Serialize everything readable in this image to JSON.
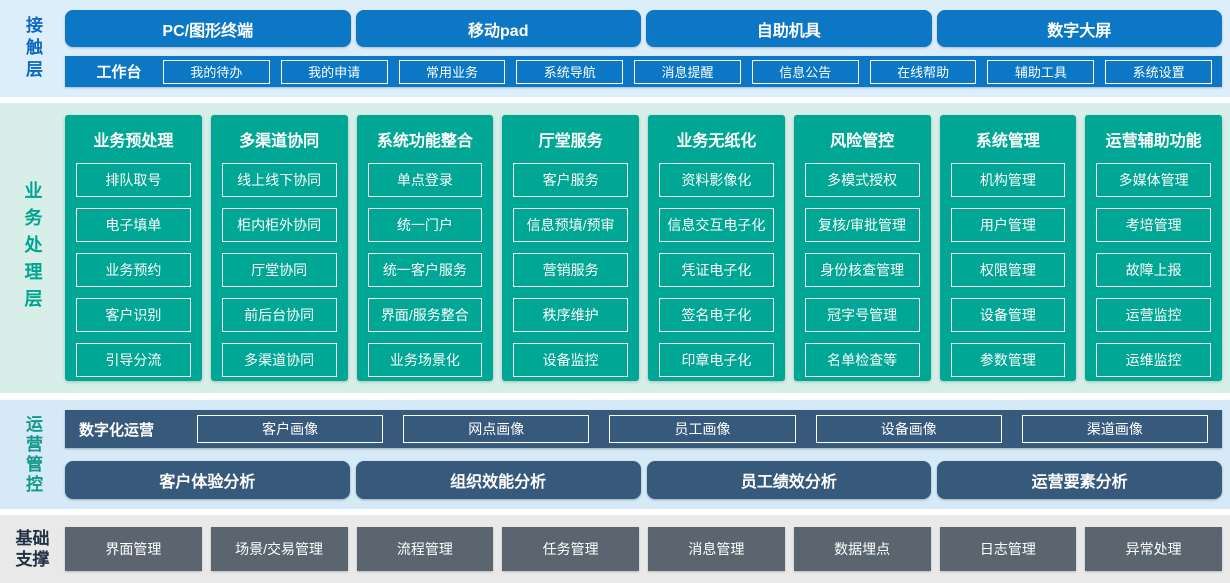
{
  "layers": {
    "contact": {
      "label": "接触层",
      "channels": [
        "PC/图形终端",
        "移动pad",
        "自助机具",
        "数字大屏"
      ],
      "workbench": {
        "label": "工作台",
        "items": [
          "我的待办",
          "我的申请",
          "常用业务",
          "系统导航",
          "消息提醒",
          "信息公告",
          "在线帮助",
          "辅助工具",
          "系统设置"
        ]
      }
    },
    "business": {
      "label": "业务处理层",
      "columns": [
        {
          "title": "业务预处理",
          "items": [
            "排队取号",
            "电子填单",
            "业务预约",
            "客户识别",
            "引导分流"
          ]
        },
        {
          "title": "多渠道协同",
          "items": [
            "线上线下协同",
            "柜内柜外协同",
            "厅堂协同",
            "前后台协同",
            "多渠道协同"
          ]
        },
        {
          "title": "系统功能整合",
          "items": [
            "单点登录",
            "统一门户",
            "统一客户服务",
            "界面/服务整合",
            "业务场景化"
          ]
        },
        {
          "title": "厅堂服务",
          "items": [
            "客户服务",
            "信息预填/预审",
            "营销服务",
            "秩序维护",
            "设备监控"
          ]
        },
        {
          "title": "业务无纸化",
          "items": [
            "资料影像化",
            "信息交互电子化",
            "凭证电子化",
            "签名电子化",
            "印章电子化"
          ]
        },
        {
          "title": "风险管控",
          "items": [
            "多模式授权",
            "复核/审批管理",
            "身份核查管理",
            "冠字号管理",
            "名单检查等"
          ]
        },
        {
          "title": "系统管理",
          "items": [
            "机构管理",
            "用户管理",
            "权限管理",
            "设备管理",
            "参数管理"
          ]
        },
        {
          "title": "运营辅助功能",
          "items": [
            "多媒体管理",
            "考培管理",
            "故障上报",
            "运营监控",
            "运维监控"
          ]
        }
      ]
    },
    "operations": {
      "label": "运营管控",
      "digital_bar": {
        "label": "数字化运营",
        "items": [
          "客户画像",
          "网点画像",
          "员工画像",
          "设备画像",
          "渠道画像"
        ]
      },
      "analysis": [
        "客户体验分析",
        "组织效能分析",
        "员工绩效分析",
        "运营要素分析"
      ]
    },
    "foundation": {
      "label": "基础支撑",
      "items": [
        "界面管理",
        "场景/交易管理",
        "流程管理",
        "任务管理",
        "消息管理",
        "数据埋点",
        "日志管理",
        "异常处理"
      ]
    }
  },
  "colors": {
    "blue": "#0b77c5",
    "bg_contact": "#dceefa",
    "green": "#00a794",
    "bg_business": "#d7efe8",
    "slate": "#36597c",
    "bg_operations": "#d5eaf6",
    "gray": "#5b6570",
    "bg_foundation": "#e9e9e9",
    "label_contact": "#0d68c1",
    "label_business": "#00a58f",
    "label_operations": "#12998a",
    "label_foundation": "#233144"
  }
}
